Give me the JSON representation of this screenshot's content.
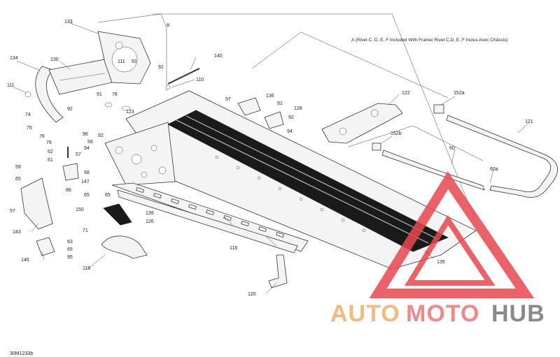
{
  "diagram": {
    "note_a": "A (Rivet C, D, E, F Included With Frame/ Rivet C,D, E, F Inclus Avec Châssis)",
    "label_b": "B",
    "reference_code": "30M1233b",
    "callouts": {
      "c133": "133",
      "c130": "130",
      "c134": "134",
      "c111a": "111",
      "c111b": "111",
      "c91a": "91",
      "c92a": "92",
      "c140": "140",
      "c110": "110",
      "c91b": "91",
      "c78": "78",
      "c92b": "92",
      "c74": "74",
      "c75": "75",
      "c76a": "76",
      "c76b": "76",
      "c123": "123",
      "c96": "96",
      "c92c": "92",
      "c56a": "56",
      "c94a": "94",
      "c62": "62",
      "c61": "61",
      "c57a": "57",
      "c59": "59",
      "c65a": "65",
      "c58": "58",
      "c147": "147",
      "c86": "86",
      "c57b": "57",
      "c65b": "65",
      "c65c": "65",
      "c150": "150",
      "c139": "139",
      "c126": "126",
      "c71": "71",
      "c143": "143",
      "c63": "63",
      "c65d": "65",
      "c95": "95",
      "c146": "146",
      "c118": "118",
      "c116": "116",
      "c120": "120",
      "c135": "135",
      "c97": "97",
      "c136": "136",
      "c91c": "91",
      "c128": "128",
      "c92d": "92",
      "c94b": "94",
      "c122": "122",
      "c152a": "152a",
      "c152b": "152b",
      "c121": "121",
      "c60": "60",
      "c60a": "60a"
    }
  },
  "watermark": {
    "part1": "AUTO",
    "part2": "MOTO",
    "part3": "HUB",
    "colors": {
      "auto": "#f5b97f",
      "moto": "#f08a8a",
      "hub": "#8a8a8a",
      "triangle": "#e8474f"
    }
  }
}
